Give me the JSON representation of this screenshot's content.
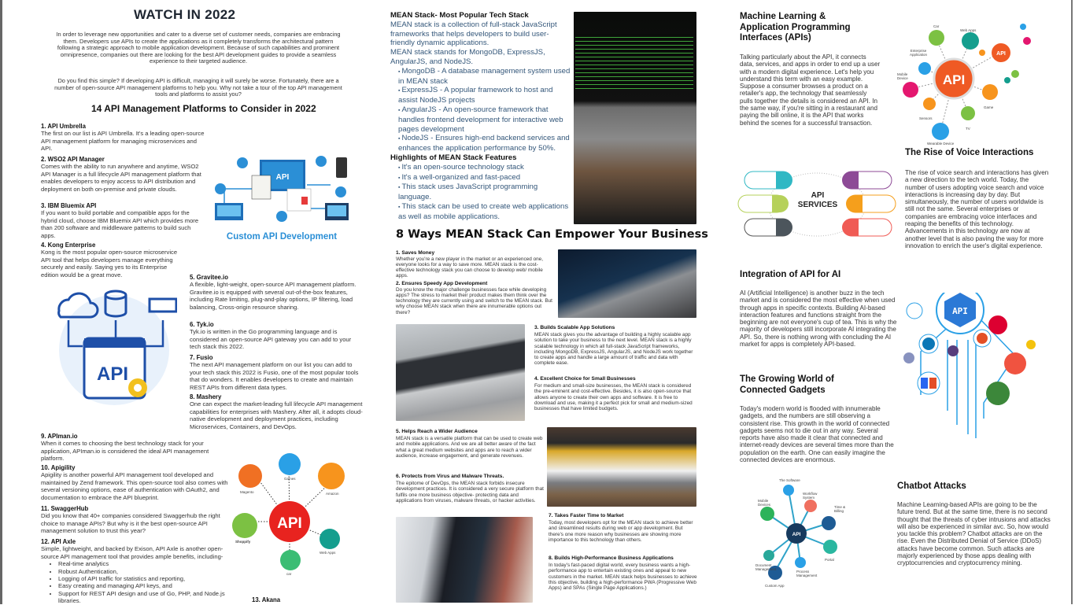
{
  "left": {
    "title": "WATCH IN 2022",
    "intro1": "In order to leverage new opportunities and cater to a diverse set of customer needs, companies are embracing them. Developers use APIs to create the applications as it completely transforms the architectural pattern following a strategic approach to mobile application development. Because of such capabilities and prominent omnipresence, companies out there are looking for the best API development guides to provide a seamless experience to their targeted audience.",
    "intro2": "Do you find this simple? If developing API is difficult, managing it will surely be worse. Fortunately, there are a number of open-source API management platforms to help you. Why not take a tour of the top API management tools and platforms to assist you?",
    "heading": "14 API Management Platforms to Consider in 2022",
    "items": [
      {
        "title": "1. API Umbrella",
        "text": "The first on our list is API Umbrella. It's a leading open-source API management platform for managing microservices and API."
      },
      {
        "title": "2. WSO2 API Manager",
        "text": "Comes with the ability to run anywhere and anytime, WSO2 API Manager is a full lifecycle API management platform that enables developers to enjoy access to API distribution and deployment on both on-premise and private clouds."
      },
      {
        "title": "3. IBM Bluemix API",
        "text": "If you want to build portable and compatible apps for the hybrid cloud, choose IBM Bluemix API which provides more than 200 software and middleware patterns to build such apps."
      },
      {
        "title": "4. Kong Enterprise",
        "text": "Kong is the most popular open-source microservice API tool that helps developers manage everything securely and easily. Saying yes to its Enterprise edition would be a great move."
      },
      {
        "title": "5. Gravitee.io",
        "text": "A flexible, light-weight, open-source API management platform. Gravitee.io is equipped with several out-of-the-box features, including Rate limiting, plug-and-play options, IP filtering, load balancing, Cross-origin resource sharing."
      },
      {
        "title": "6. Tyk.io",
        "text": "Tyk.io is written in the Go programming language and is considered an open-source API gateway you can add to your tech stack this 2022."
      },
      {
        "title": "7. Fusio",
        "text": "The next API management platform on our list you can add to your tech stack this 2022 is Fusio, one of the most popular tools that do wonders. It enables developers to create and maintain REST APIs from different data types."
      },
      {
        "title": "8. Mashery",
        "text": "One can expect the market-leading full lifecycle API management capabilities for enterprises with Mashery. After all, it adopts cloud-native development and deployment practices, including Microservices, Containers, and DevOps."
      },
      {
        "title": "9. APIman.io",
        "text": "When it comes to choosing the best technology stack for your application, APIman.io is considered the ideal API management platform."
      },
      {
        "title": "10. Apigility",
        "text": "Apigility is another powerful API management tool developed and maintained by Zend framework. This open-source tool also comes with several versioning options, ease of authentication with OAuth2, and documentation to embrace the API blueprint."
      },
      {
        "title": "11. SwaggerHub",
        "text": "Did you know that 40+ companies considered Swaggerhub the right choice to manage APIs? But why is it the best open-source API management solution to trust this year?"
      },
      {
        "title": "12. API Axle",
        "text": "Simple, lightweight, and backed by Exison, API Axle is another open-source API management tool that provides ample benefits, including-"
      }
    ],
    "axle_bullets": [
      "Real-time analytics",
      "Robust Authentication,",
      "Logging of API traffic for statistics and reporting,",
      "Easy creating and managing API keys, and",
      "Support for REST API design and use of Go, PHP, and Node.js libraries."
    ],
    "item13": "13. Akana",
    "custom_api_caption": "Custom API Development",
    "api_word": "API",
    "hub_labels": [
      "Games",
      "Magento",
      "Amazon",
      "Shoppify",
      "Web Apps",
      "car"
    ]
  },
  "middle": {
    "mean_title": "MEAN Stack- Most Popular Tech Stack",
    "mean_p1": "MEAN stack is a collection of full-stack JavaScript frameworks that helps developers to build user-friendly dynamic applications.",
    "mean_p2": "MEAN stack stands for MongoDB, ExpressJS, AngularJS, and NodeJS.",
    "mean_list": [
      "MongoDB - A database management system used in MEAN stack",
      "ExpressJS - A popular framework to host and assist NodeJS projects",
      "AngularJS - An open-source framework that handles frontend development for interactive web pages development",
      "NodeJS - Ensures high-end backend services and enhances the application performance by 50%."
    ],
    "highlights_title": "Highlights of MEAN Stack Features",
    "highlights": [
      "It's an open-source technology stack",
      "It's a well-organized and fast-paced",
      "This stack uses JavaScript programming language.",
      "This stack can be used to create web applications as well as mobile applications."
    ],
    "ways_heading": "8 Ways MEAN Stack Can Empower Your Business",
    "ways": [
      {
        "title": "1. Saves Money",
        "text": "Whether you're a new player in the market or an experienced one, everyone looks for a way to save more. MEAN stack is the cost-effective technology stack you can choose to develop web/ mobile apps."
      },
      {
        "title": "2. Ensures Speedy App Development",
        "text": "Do you know the major challenge businesses face while developing apps? The stress to market their product makes them think over the technology they are currently using and switch to the MEAN stack. But why choose MEAN stack when there are innumerable options out there?"
      },
      {
        "title": "3. Builds Scalable App Solutions",
        "text": "MEAN stack gives you the advantage of building a highly scalable app solution to take your business to the next level. MEAN stack is a highly scalable technology in which all full-stack JavaScript frameworks, including MongoDB, ExpressJS, AngularJS, and NodeJS work together to create apps and handle a large amount of traffic and data with complete ease."
      },
      {
        "title": "4. Excellent Choice for Small Businesses",
        "text": "For medium and small-size businesses, the MEAN stack is considered the pre-eminent and cost-effective. Besides, it is also open-source that allows anyone to create their own apps and software. It is free to download and use, making it a perfect pick for small and medium-sized businesses that have limited budgets."
      },
      {
        "title": "5. Helps Reach a Wider Audience",
        "text": "MEAN stack is a versatile platform that can be used to create web and mobile applications. And we are all better aware of the fact what a great medium websites and apps are to reach a wider audience, increase engagement, and generate revenues."
      },
      {
        "title": "6. Protects from Virus and Malware Threats.",
        "text": "The epitome of DevOps, the MEAN stack forbids insecure development practices. It is considered a very secure platform that fulfils one more business objective- protecting data and applications from viruses, malware threats, or hacker activities."
      },
      {
        "title": "7. Takes Faster Time to Market",
        "text": "Today, most developers opt for the MEAN stack to achieve better and streamlined results during web or app development. But there's one more reason why businesses are showing more importance to this technology than others."
      },
      {
        "title": "8. Builds High-Performance Business Applications",
        "text": "In today's fast-paced digital world, every business wants a high-performance app to entertain existing ones and appeal to new customers in the market. MEAN stack helps businesses to achieve this objective, building a high-performance PWA (Progressive Web Apps) and SPAs (Single Page Applications.)"
      }
    ]
  },
  "right": {
    "ml_title": "Machine Learning & Application Programming Interfaces (APIs)",
    "ml_text": "Talking particularly about the API, it connects data, services, and apps in order to end up a user with a modern digital experience. Let's help you understand this term with an easy example. Suppose a consumer browses a product on a retailer's app, the technology that seamlessly pulls together the details is considered an API. In the same way, if you're sitting in a restaurant and paying the bill online, it is the API that works behind the scenes for a successful transaction.",
    "voice_title": "The Rise of Voice Interactions",
    "voice_text": "The rise of voice search and interactions has given a new direction to the tech world. Today, the number of users adopting voice search and voice interactions is increasing day by day. But simultaneously, the number of users worldwide is still not the same. Several enterprises or companies are embracing voice interfaces and reaping the benefits of this technology. Advancements in this technology are now at another level that is also paving the way for more innovation to enrich the user's digital experience.",
    "ai_title": "Integration of API for AI",
    "ai_text": "AI (Artificial Intelligence) is another buzz in the tech market and is considered the most effective when used through apps in specific contexts. Building AI-based interaction features and functions straight from the beginning are not everyone's cup of tea. This is why the majority of developers still incorporate AI integrating the API. So, there is nothing wrong with concluding the AI market for apps is completely API-based.",
    "gadgets_title": "The Growing World of Connected Gadgets",
    "gadgets_text": "Today's modern world is flooded with innumerable gadgets, and the numbers are still observing a consistent rise. This growth in the world of connected gadgets seems not to die out in any way. Several reports have also made it clear that connected and internet-ready devices are several times more than the population on the earth. One can easily imagine the connected devices are enormous.",
    "chatbot_title": "Chatbot Attacks",
    "chatbot_text": "Machine Learning-based APIs are going to be the future trend. But at the same time, there is no second thought that the threats of cyber intrusions and attacks will also be experienced in similar avc. So, how would you tackle this problem? Chatbot attacks are on the rise. Even the Distributed Denial of Service (DDoS) attacks have become common. Such attacks are majorly experienced by those apps dealing with cryptocurrencies and cryptocurrency mining.",
    "api_services": "API SERVICES",
    "api_word": "API",
    "network_labels": [
      "Car",
      "Web Apps",
      "Enterprise Application",
      "Mobile Device",
      "Sensors",
      "TV",
      "Game",
      "Wearable Device"
    ],
    "gadget_labels": [
      "The Software",
      "Workflow System",
      "Mobile Devices",
      "Time & Billing",
      "Document Management",
      "Portal",
      "Custom App",
      "Process Management"
    ]
  },
  "colors": {
    "api_red": "#e8231f",
    "api_blue": "#2b8fd6",
    "mean_text": "#34577a"
  }
}
